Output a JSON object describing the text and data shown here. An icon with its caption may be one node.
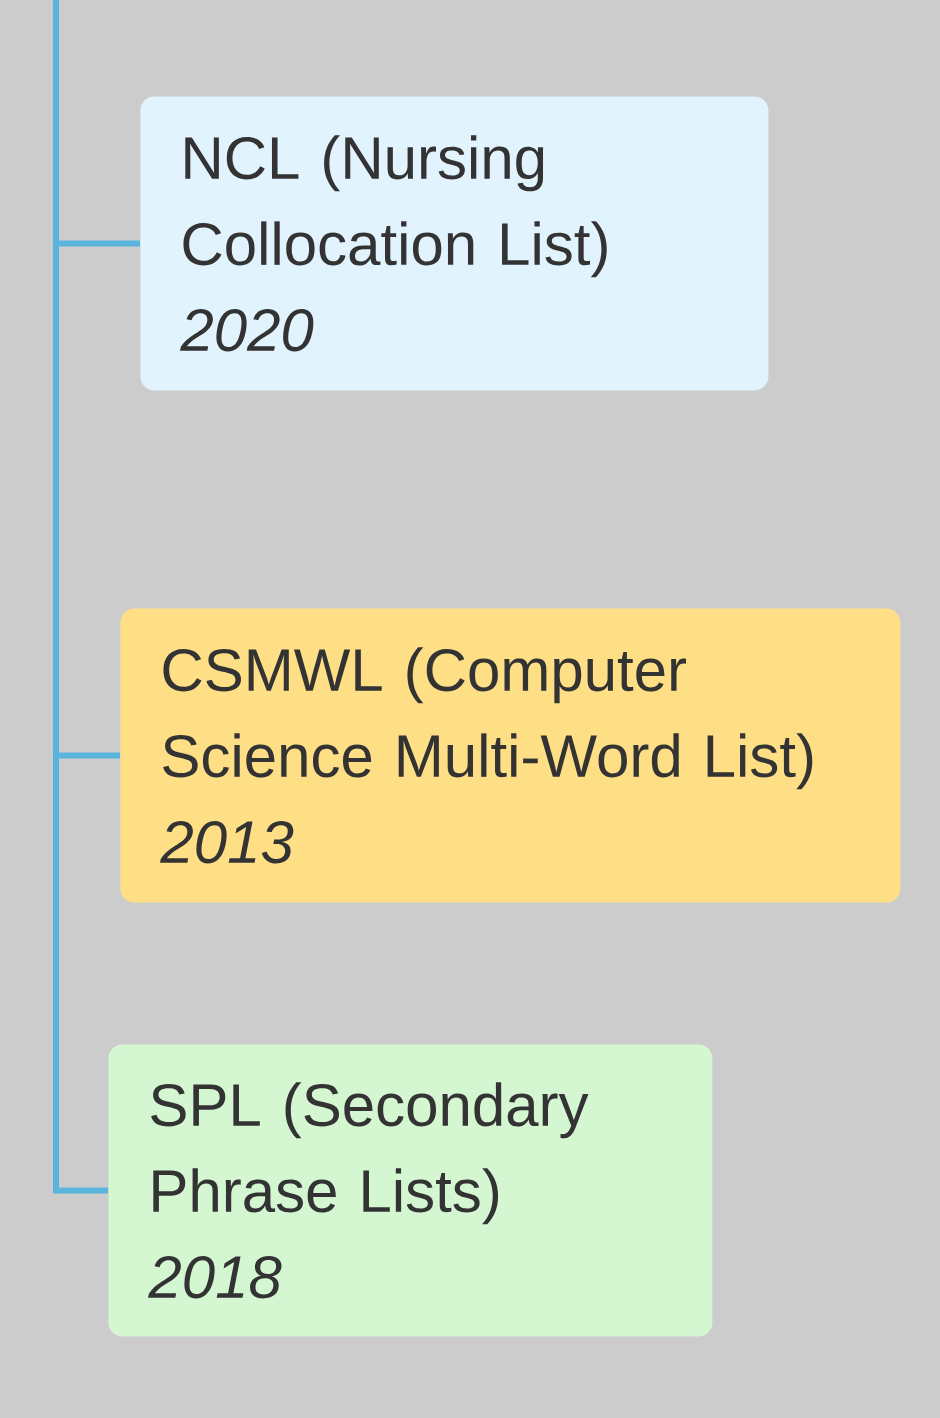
{
  "diagram": {
    "nodes": [
      {
        "text": [
          "NCL (Nursing Collocation List)",
          "2020"
        ]
      },
      {
        "text": [
          "CSMWL (Computer Science Multi-Word List)",
          "2013"
        ]
      },
      {
        "text": [
          "SPL (Secondary Phrase Lists)",
          "2018"
        ]
      }
    ],
    "edges": [
      {
        "from": null,
        "to": 0,
        "arrow": "none"
      },
      {
        "from": null,
        "to": 1,
        "arrow": "none"
      },
      {
        "from": null,
        "to": 2,
        "arrow": "none"
      }
    ]
  }
}
